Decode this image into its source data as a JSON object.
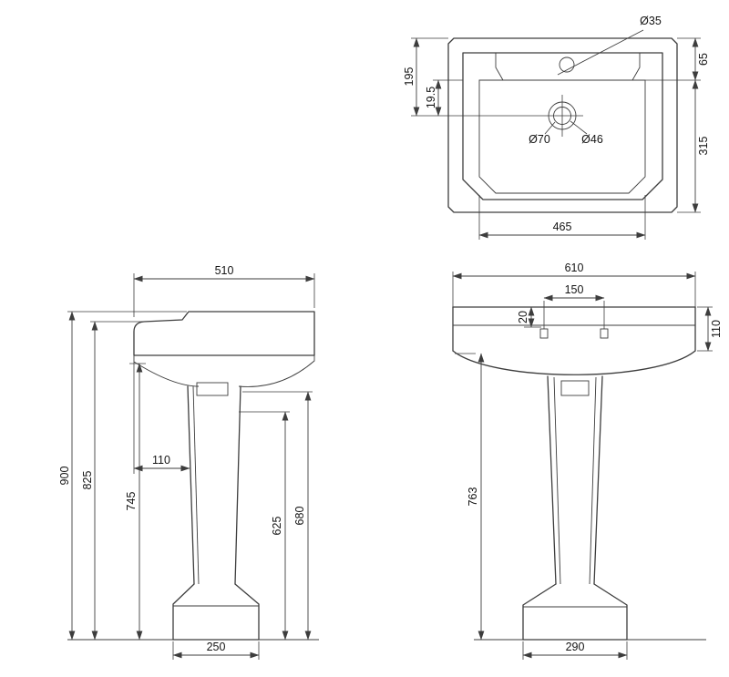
{
  "drawing": {
    "top_view": {
      "dia35": "Ø35",
      "v65": "65",
      "v195": "195",
      "v19_5": "19.5",
      "dia70": "Ø70",
      "dia46": "Ø46",
      "v315": "315",
      "w465": "465"
    },
    "side_view": {
      "w510": "510",
      "h900": "900",
      "h825": "825",
      "h745": "745",
      "off110": "110",
      "h625": "625",
      "h680": "680",
      "w250": "250"
    },
    "front_view": {
      "w610": "610",
      "s150": "150",
      "v20": "20",
      "h110": "110",
      "h763": "763",
      "w290": "290"
    }
  },
  "colors": {
    "line": "#3d3d3d",
    "text": "#141414",
    "background": "#ffffff"
  }
}
